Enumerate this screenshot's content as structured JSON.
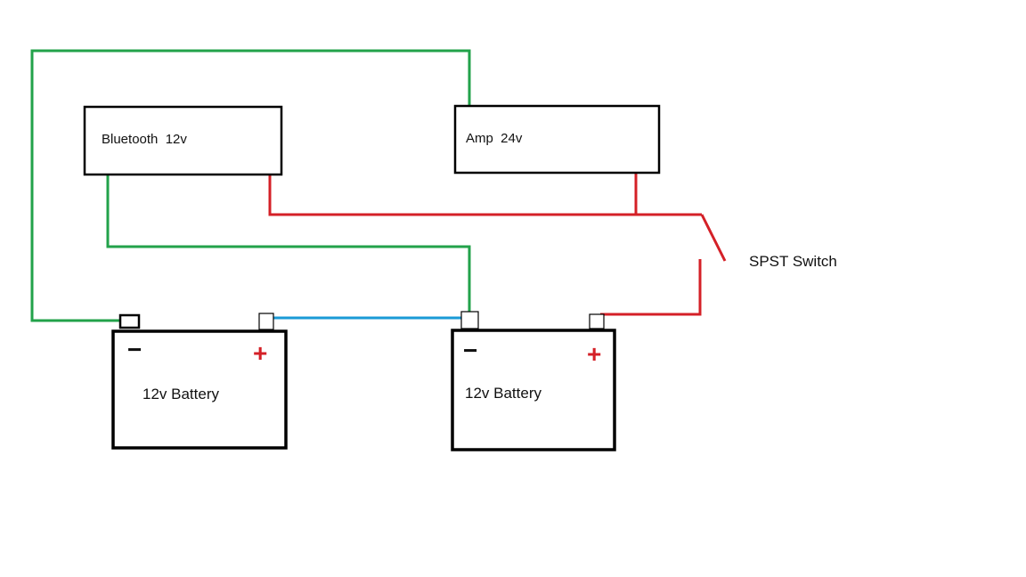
{
  "components": {
    "bluetooth": {
      "label": "Bluetooth  12v"
    },
    "amp": {
      "label": "Amp  24v"
    },
    "battery_left": {
      "label": "12v Battery",
      "negative_symbol": "−",
      "positive_symbol": "+"
    },
    "battery_right": {
      "label": "12v Battery",
      "negative_symbol": "−",
      "positive_symbol": "+"
    },
    "switch": {
      "label": "SPST Switch"
    }
  },
  "colors": {
    "ground_wire": "#22a24a",
    "positive_wire": "#d42027",
    "series_link_wire": "#1a9ad6",
    "outline": "#000000",
    "positive_symbol": "#d42027"
  }
}
